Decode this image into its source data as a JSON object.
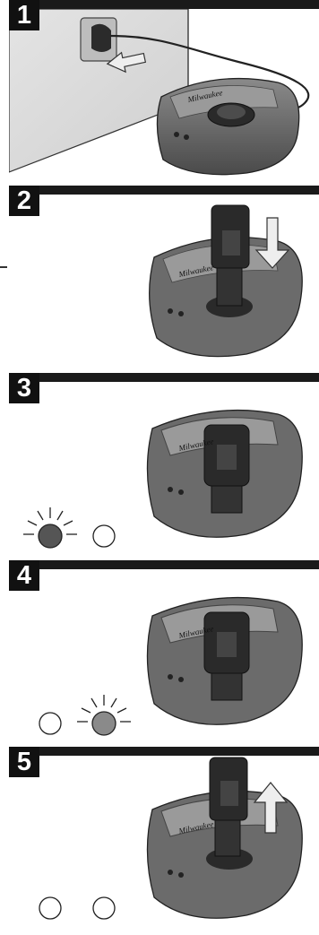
{
  "steps": [
    {
      "number": "1",
      "brand": "Milwaukee"
    },
    {
      "number": "2",
      "brand": "Milwaukee"
    },
    {
      "number": "3",
      "brand": "Milwaukee"
    },
    {
      "number": "4",
      "brand": "Milwaukee"
    },
    {
      "number": "5",
      "brand": "Milwaukee"
    }
  ],
  "colors": {
    "bar": "#1a1a1a",
    "charger_body": "#6b6b6b",
    "battery": "#2a2a2a",
    "led_red": "#555555",
    "led_green": "#8a8a8a",
    "arrow": "#ececec"
  },
  "indicators": {
    "step3": {
      "left_led": "blinking",
      "right_led": "off"
    },
    "step4": {
      "left_led": "off",
      "right_led": "blinking"
    },
    "step5": {
      "left_led": "off",
      "right_led": "off"
    }
  }
}
